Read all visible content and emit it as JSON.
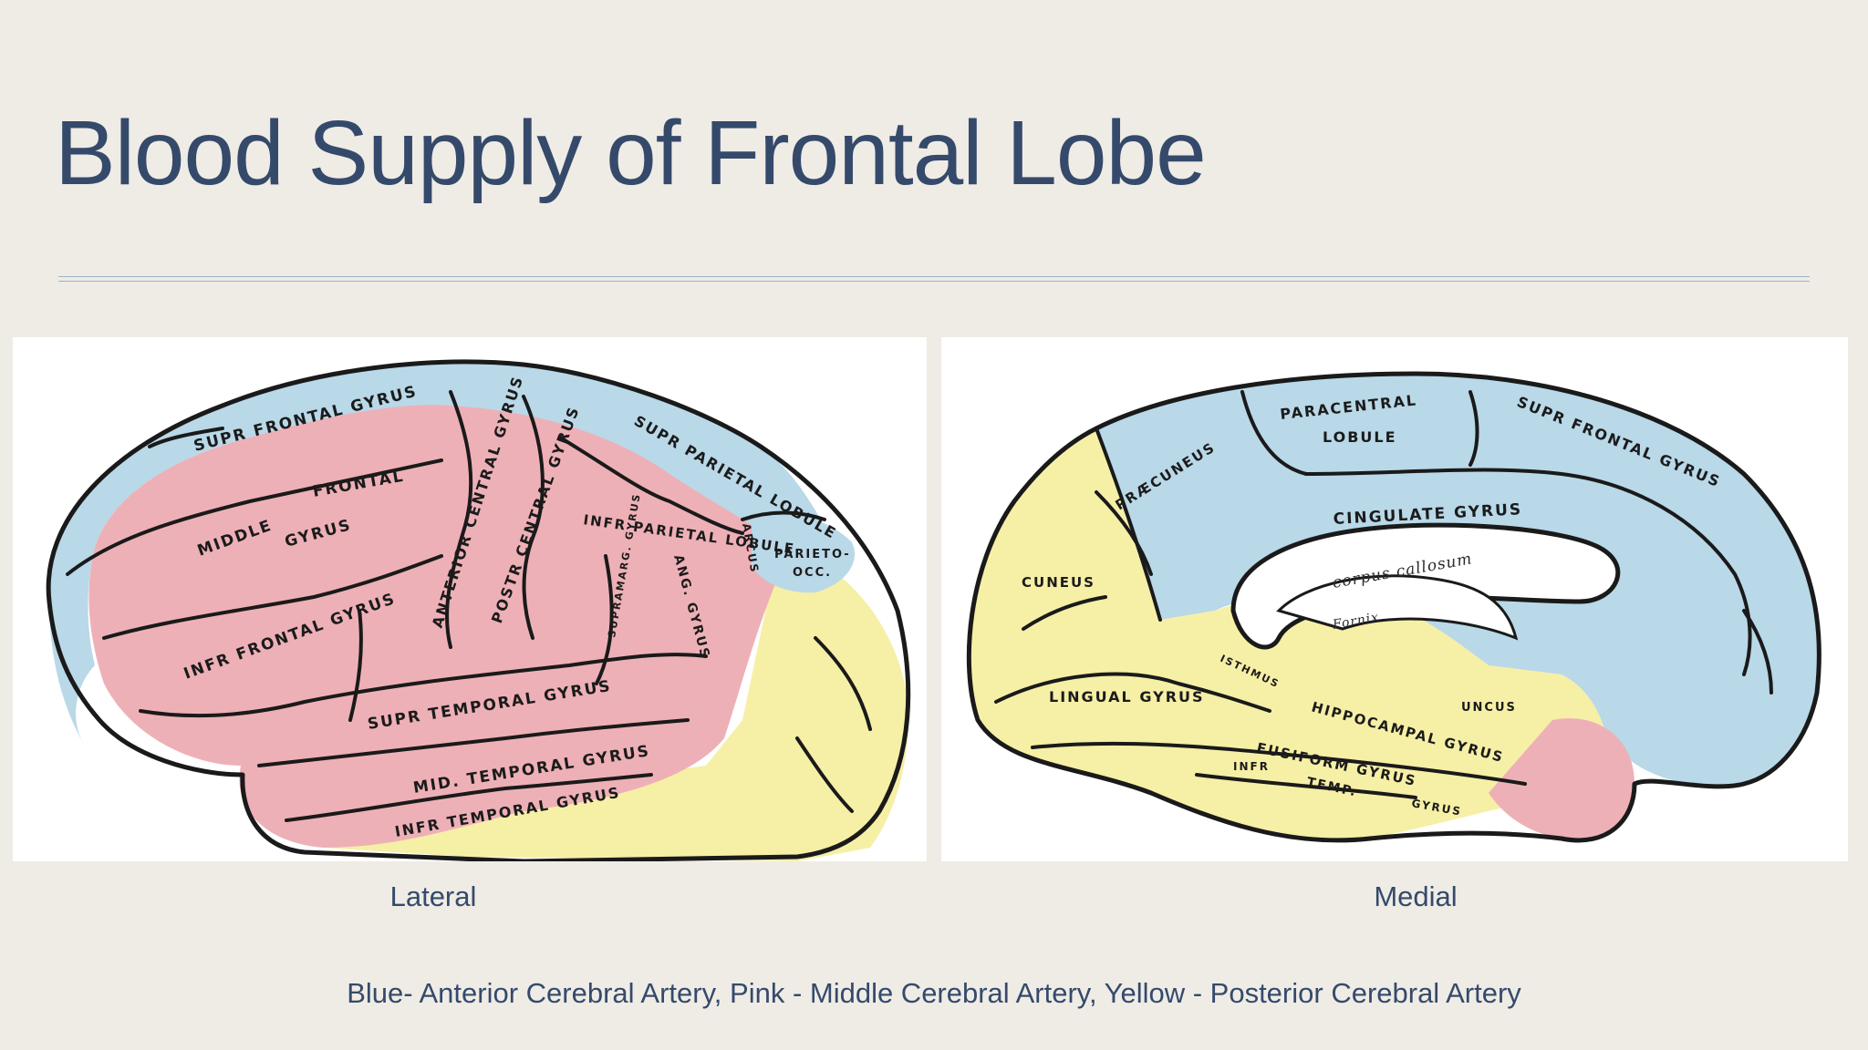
{
  "title": "Blood Supply of Frontal Lobe",
  "lateral": {
    "caption": "Lateral",
    "labels": {
      "supr_frontal_gyrus": "SUPR FRONTAL GYRUS",
      "middle_frontal_gyrus_1": "MIDDLE",
      "middle_frontal_gyrus_2": "FRONTAL",
      "middle_frontal_gyrus_3": "GYRUS",
      "infr_frontal_gyrus": "INFR FRONTAL GYRUS",
      "anterior_central_gyrus": "ANTERIOR CENTRAL GYRUS",
      "postr_central_gyrus": "POSTR CENTRAL GYRUS",
      "supr_parietal_lobule": "SUPR PARIETAL LOBULE",
      "infr_parietal_lobule": "INFR PARIETAL LOBULE",
      "supramarg_gyrus": "SUPRAMARG. GYRUS",
      "angular_gyrus": "ANG. GYRUS",
      "arcus": "ARCUS",
      "parieto_occ_1": "PARIETO-",
      "parieto_occ_2": "OCC.",
      "supr_temporal_gyrus": "SUPR TEMPORAL GYRUS",
      "mid_temporal_gyrus": "MID. TEMPORAL GYRUS",
      "infr_temporal_gyrus": "INFR TEMPORAL GYRUS"
    }
  },
  "medial": {
    "caption": "Medial",
    "labels": {
      "paracentral_lobule_1": "PARACENTRAL",
      "paracentral_lobule_2": "LOBULE",
      "supr_frontal_gyrus": "SUPR FRONTAL GYRUS",
      "praecuneus": "PRÆCUNEUS",
      "cingulate_gyrus": "CINGULATE GYRUS",
      "corpus_callosum": "corpus callosum",
      "fornix": "Fornix",
      "cuneus": "CUNEUS",
      "isthmus": "ISTHMUS",
      "lingual_gyrus": "LINGUAL GYRUS",
      "uncus": "UNCUS",
      "hippocampal_gyrus": "HIPPOCAMPAL GYRUS",
      "fusiform_gyrus": "FUSIFORM GYRUS",
      "infr_temp_gyrus_1": "INFR",
      "infr_temp_gyrus_2": "TEMP.",
      "infr_temp_gyrus_3": "GYRUS"
    }
  },
  "legend": "Blue- Anterior Cerebral Artery, Pink - Middle Cerebral Artery, Yellow - Posterior Cerebral Artery",
  "colors": {
    "blue_anterior": "#b9d8e8",
    "pink_middle": "#eeb0b7",
    "yellow_posterior": "#f6efa6",
    "title": "#354a6b"
  }
}
